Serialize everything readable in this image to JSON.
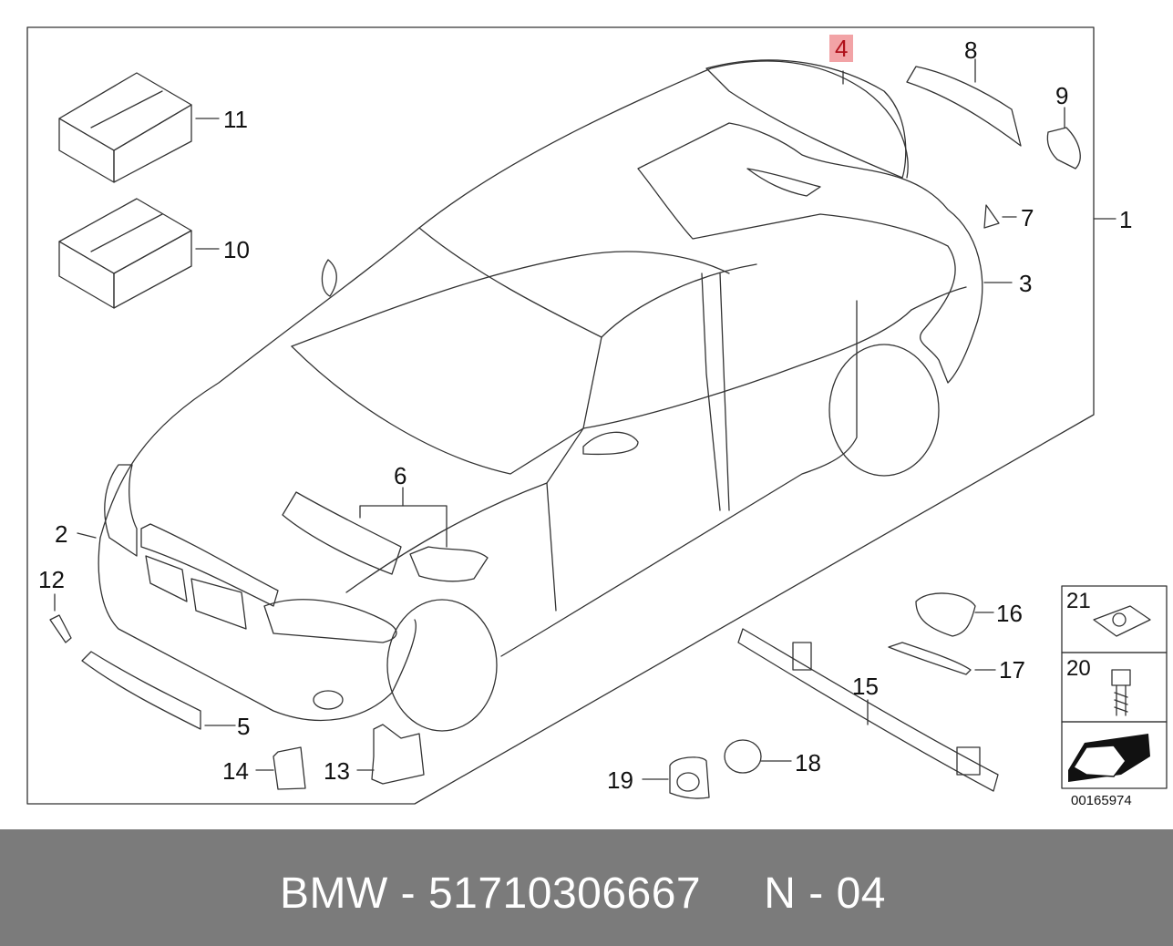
{
  "diagram": {
    "callouts": {
      "c1": "1",
      "c2": "2",
      "c3": "3",
      "c4": "4",
      "c5": "5",
      "c6": "6",
      "c7": "7",
      "c8": "8",
      "c9": "9",
      "c10": "10",
      "c11": "11",
      "c12": "12",
      "c13": "13",
      "c14": "14",
      "c15": "15",
      "c16": "16",
      "c17": "17",
      "c18": "18",
      "c19": "19",
      "c20": "20",
      "c21": "21"
    },
    "highlighted_callout": "4",
    "reference_code": "00165974"
  },
  "footer": {
    "text": "BMW - 51710306667     N - 04"
  },
  "colors": {
    "line": "#333333",
    "highlight_bg": "#f2a3a6",
    "highlight_text": "#b0101a",
    "footer_bg": "#7b7b7b",
    "footer_text": "#ffffff"
  }
}
